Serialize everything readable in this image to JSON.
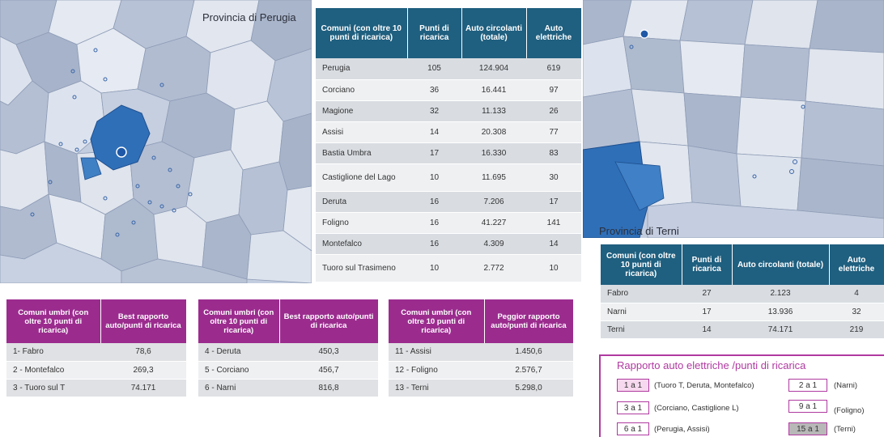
{
  "maps": {
    "perugia": {
      "title": "Provincia di Perugia"
    },
    "terni": {
      "title": "Provincia di Terni"
    }
  },
  "main_table": {
    "headers": [
      "Comuni (con oltre 10 punti di ricarica)",
      "Punti di ricarica",
      "Auto circolanti (totale)",
      "Auto elettriche"
    ],
    "rows": [
      [
        "Perugia",
        "105",
        "124.904",
        "619"
      ],
      [
        "Corciano",
        "36",
        "16.441",
        "97"
      ],
      [
        "Magione",
        "32",
        "11.133",
        "26"
      ],
      [
        "Assisi",
        "14",
        "20.308",
        "77"
      ],
      [
        "Bastia Umbra",
        "17",
        "16.330",
        "83"
      ],
      [
        "Castiglione del Lago",
        "10",
        "11.695",
        "30"
      ],
      [
        "Deruta",
        "16",
        "7.206",
        "17"
      ],
      [
        "Foligno",
        "16",
        "41.227",
        "141"
      ],
      [
        "Montefalco",
        "16",
        "4.309",
        "14"
      ],
      [
        "Tuoro sul Trasimeno",
        "10",
        "2.772",
        "10"
      ]
    ]
  },
  "terni_table": {
    "headers": [
      "Comuni (con oltre 10 punti di ricarica)",
      "Punti di ricarica",
      "Auto circolanti (totale)",
      "Auto elettriche"
    ],
    "rows": [
      [
        "Fabro",
        "27",
        "2.123",
        "4"
      ],
      [
        "Narni",
        "17",
        "13.936",
        "32"
      ],
      [
        "Terni",
        "14",
        "74.171",
        "219"
      ]
    ]
  },
  "best_table_1": {
    "headers": [
      "Comuni umbri (con oltre 10 punti di ricarica)",
      "Best rapporto auto/punti di ricarica"
    ],
    "rows": [
      [
        "1- Fabro",
        "78,6"
      ],
      [
        "2 - Montefalco",
        "269,3"
      ],
      [
        "3 - Tuoro sul T",
        "74.171"
      ]
    ]
  },
  "best_table_2": {
    "headers": [
      "Comuni umbri (con oltre 10 punti di ricarica)",
      "Best rapporto auto/punti di ricarica"
    ],
    "rows": [
      [
        "4 - Deruta",
        "450,3"
      ],
      [
        "5 - Corciano",
        "456,7"
      ],
      [
        "6 - Narni",
        "816,8"
      ]
    ]
  },
  "worst_table": {
    "headers": [
      "Comuni umbri (con oltre 10 punti di ricarica)",
      "Peggior rapporto auto/punti di ricarica"
    ],
    "rows": [
      [
        "11 - Assisi",
        "1.450,6"
      ],
      [
        "12 - Foligno",
        "2.576,7"
      ],
      [
        "13 - Terni",
        "5.298,0"
      ]
    ]
  },
  "legend": {
    "title": "Rapporto auto elettriche /punti di ricarica",
    "items": [
      {
        "ratio": "1 a 1",
        "towns": "(Tuoro T, Deruta, Montefalco)"
      },
      {
        "ratio": "2 a 1",
        "towns": "(Narni)"
      },
      {
        "ratio": "3 a 1",
        "towns": "(Corciano, Castiglione L)"
      },
      {
        "ratio": "9 a 1",
        "towns": "(Foligno)"
      },
      {
        "ratio": "6 a 1",
        "towns": "(Perugia, Assisi)"
      },
      {
        "ratio": "15 a 1",
        "towns": "(Terni)"
      }
    ]
  },
  "colors": {
    "teal_header": "#1f5f7f",
    "purple_header": "#9b2c8e",
    "highlight_blue": "#2f6fb8",
    "map_light": "#dfe5ef",
    "map_mid": "#a9b6cc"
  }
}
